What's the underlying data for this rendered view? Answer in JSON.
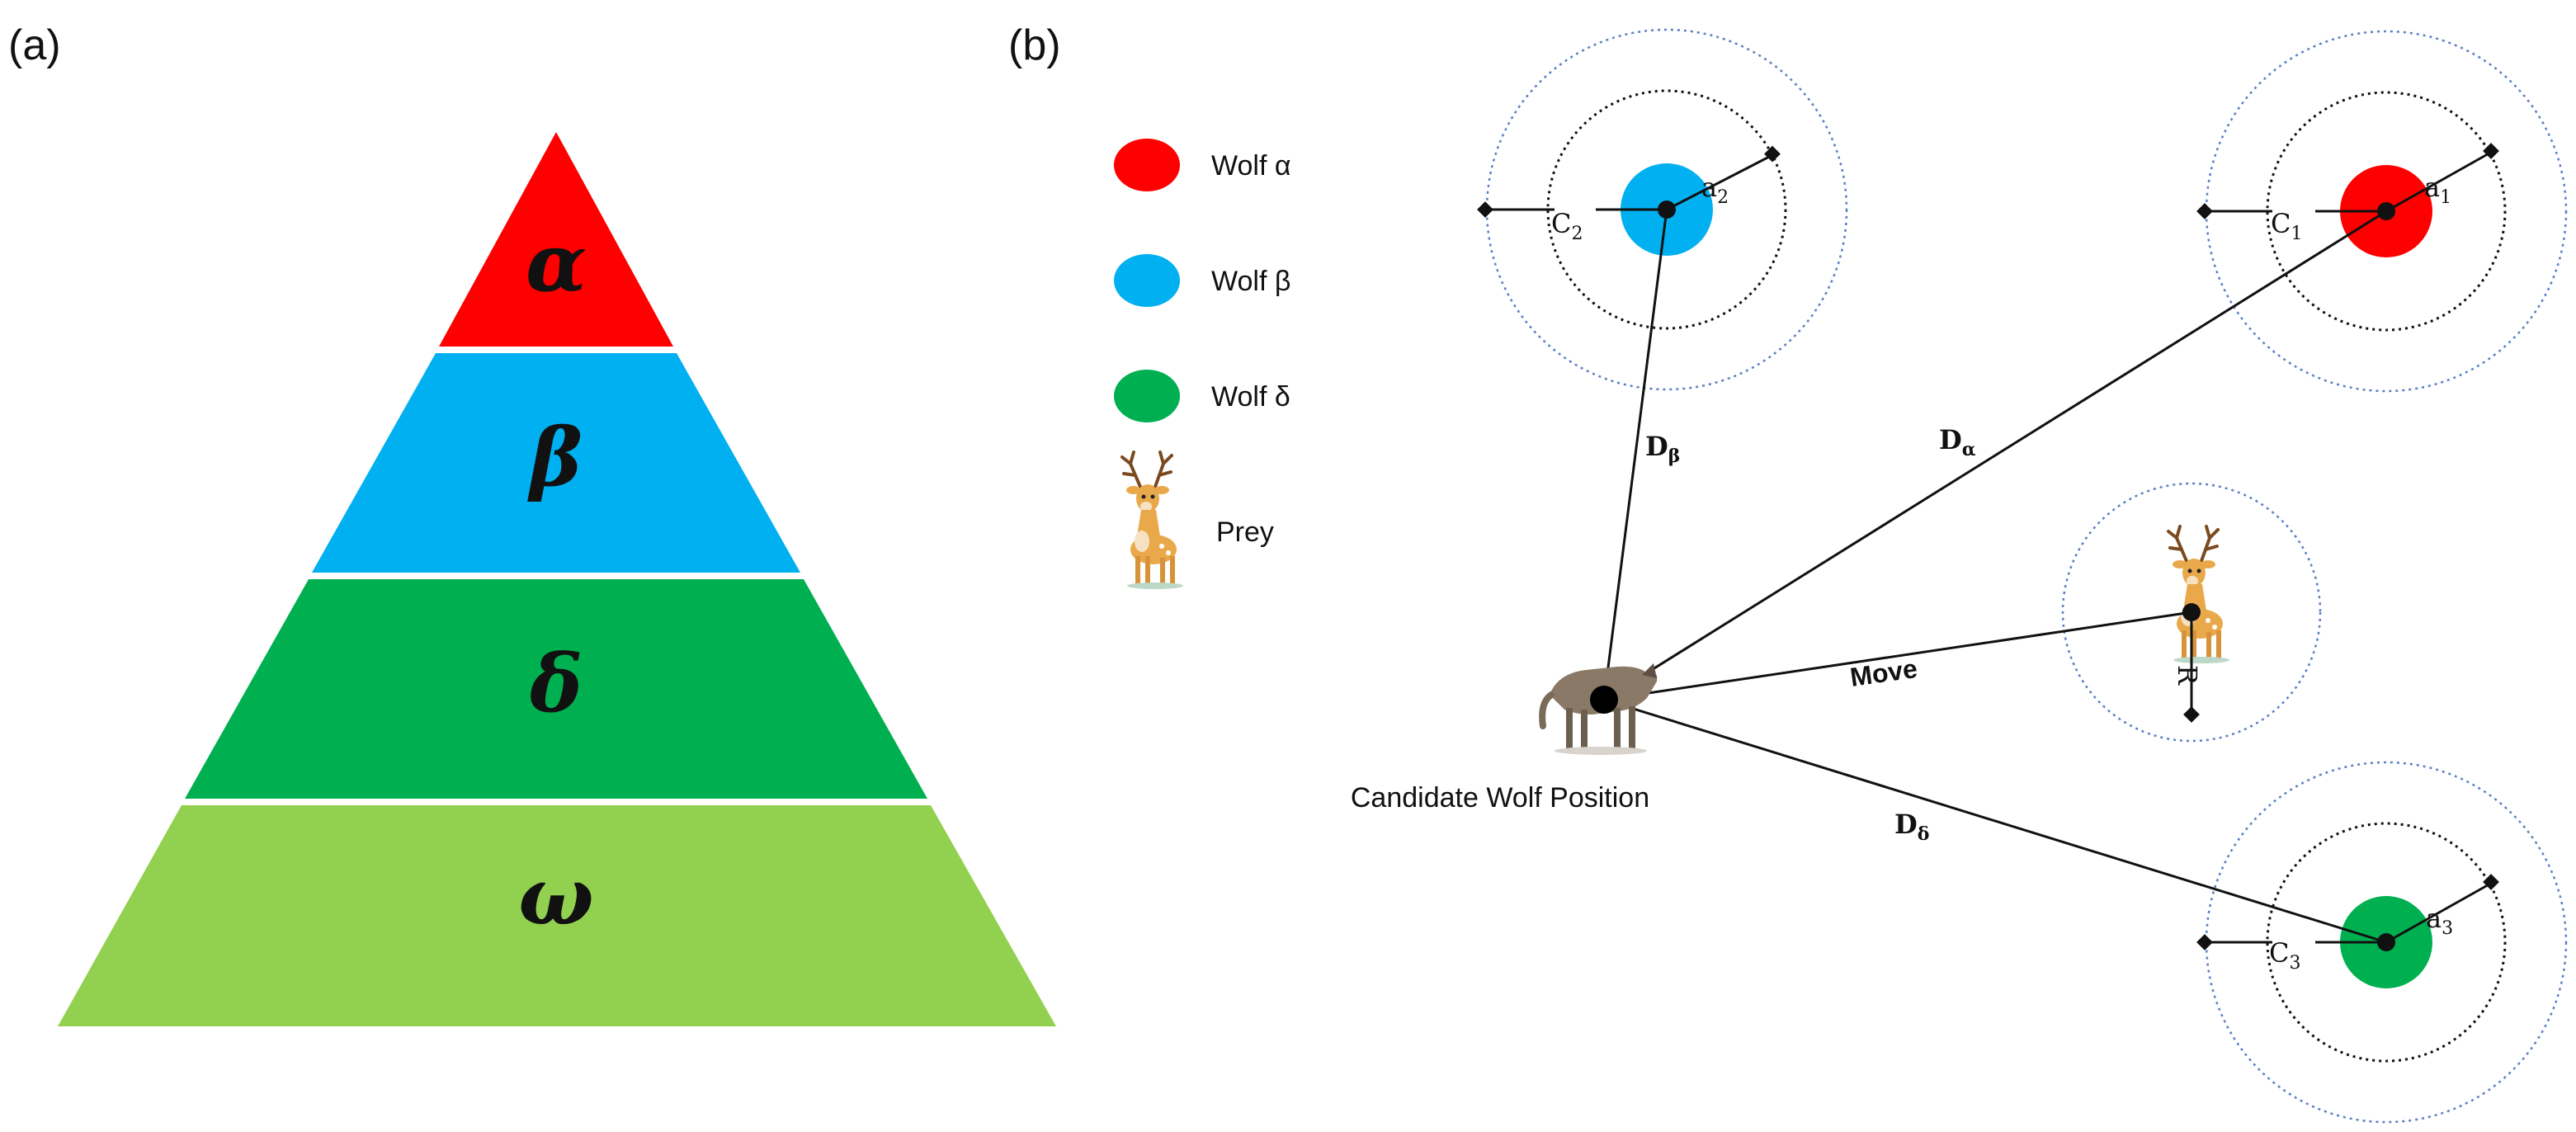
{
  "panels": {
    "a": "(a)",
    "b": "(b)"
  },
  "pyramid": [
    {
      "symbol": "α",
      "color": "#ff0000"
    },
    {
      "symbol": "β",
      "color": "#00b0f0"
    },
    {
      "symbol": "δ",
      "color": "#00b050"
    },
    {
      "symbol": "ω",
      "color": "#92d050"
    }
  ],
  "legend": {
    "wolf_alpha": "Wolf α",
    "wolf_beta": "Wolf β",
    "wolf_delta": "Wolf δ",
    "prey": "Prey"
  },
  "colors": {
    "alpha": "#ff0000",
    "beta": "#00b0f0",
    "delta": "#00b050",
    "omega": "#92d050",
    "outer_ring": "#5b7fc4",
    "deer": "#e9a94b"
  },
  "diagram": {
    "distance_alpha": {
      "main": "D",
      "sub": "α"
    },
    "distance_beta": {
      "main": "D",
      "sub": "β"
    },
    "distance_delta": {
      "main": "D",
      "sub": "δ"
    },
    "move": "Move",
    "candidate": "Candidate Wolf Position",
    "radius": "R",
    "a1": {
      "main": "a",
      "sub": "1"
    },
    "a2": {
      "main": "a",
      "sub": "2"
    },
    "a3": {
      "main": "a",
      "sub": "3"
    },
    "c1": {
      "main": "C",
      "sub": "1"
    },
    "c2": {
      "main": "C",
      "sub": "2"
    },
    "c3": {
      "main": "C",
      "sub": "3"
    }
  }
}
